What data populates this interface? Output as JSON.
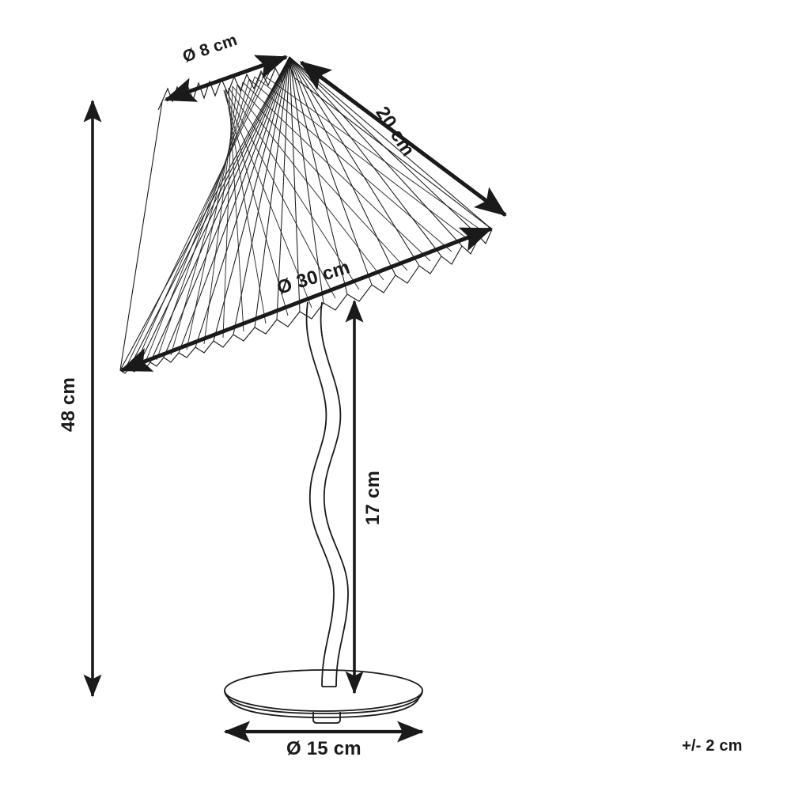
{
  "document": {
    "type": "technical-dimension-drawing",
    "subject": "pleated table lamp",
    "background_color": "#ffffff",
    "line_color": "#1a1a1a"
  },
  "dimensions": {
    "shade_top_diameter": "Ø 8 cm",
    "shade_slant": "20 cm",
    "shade_bottom_diameter": "Ø 30 cm",
    "total_height": "48 cm",
    "stem_height": "17 cm",
    "base_diameter": "Ø 15 cm"
  },
  "notes": {
    "tolerance": "+/- 2 cm"
  },
  "chart_data": {
    "type": "table",
    "title": "Table lamp dimensions",
    "categories": [
      "Shade top diameter",
      "Shade slant length",
      "Shade bottom diameter",
      "Total height",
      "Stem height",
      "Base diameter",
      "Tolerance"
    ],
    "values": [
      8,
      20,
      30,
      48,
      17,
      15,
      2
    ],
    "unit": "cm",
    "labels": [
      "Ø 8 cm",
      "20 cm",
      "Ø 30 cm",
      "48 cm",
      "17 cm",
      "Ø 15 cm",
      "+/- 2 cm"
    ]
  }
}
